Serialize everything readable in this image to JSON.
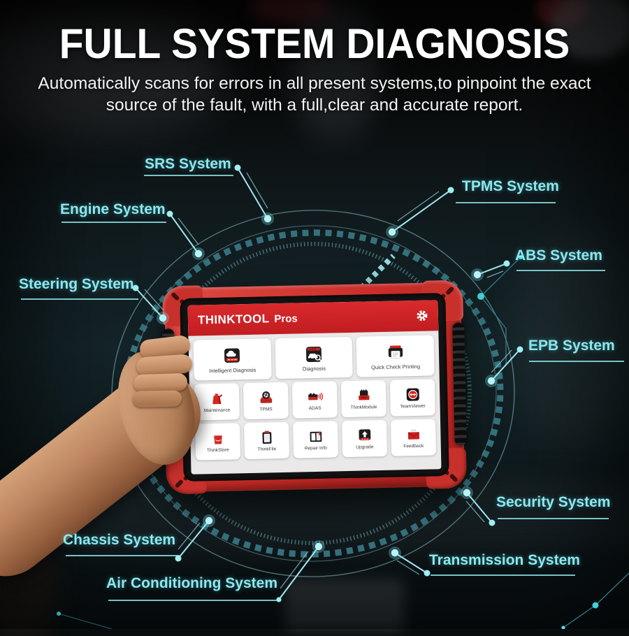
{
  "header": {
    "title": "FULL SYSTEM DIAGNOSIS",
    "subtitle_line1": "Automatically scans for errors in all present systems,to pinpoint the exact",
    "subtitle_line2": "source of the fault, with a full,clear and accurate report."
  },
  "callouts": [
    {
      "id": "srs",
      "label": "SRS System"
    },
    {
      "id": "tpms",
      "label": "TPMS System"
    },
    {
      "id": "engine",
      "label": "Engine System"
    },
    {
      "id": "abs",
      "label": "ABS System"
    },
    {
      "id": "steering",
      "label": "Steering System"
    },
    {
      "id": "epb",
      "label": "EPB System"
    },
    {
      "id": "security",
      "label": "Security System"
    },
    {
      "id": "chassis",
      "label": "Chassis System"
    },
    {
      "id": "transmission",
      "label": "Transmission System"
    },
    {
      "id": "aircond",
      "label": "Air Conditioning System"
    }
  ],
  "tablet": {
    "brand": "THINKTOOL",
    "brand_suffix": "Pros",
    "header_icon": "gear-icon",
    "apps_row1": [
      {
        "label": "Intelligent Diagnosis",
        "icon": "cloud-diagnosis-icon"
      },
      {
        "label": "Diagnosis",
        "icon": "car-search-icon"
      },
      {
        "label": "Quick Check Printing",
        "icon": "printer-icon"
      }
    ],
    "apps_row2": [
      {
        "label": "Maintenance",
        "icon": "oil-can-icon"
      },
      {
        "label": "TPMS",
        "icon": "tire-icon"
      },
      {
        "label": "ADAS",
        "icon": "adas-device-icon"
      },
      {
        "label": "ThinkModule",
        "icon": "module-icon"
      },
      {
        "label": "TeamViewer",
        "icon": "teamviewer-icon"
      }
    ],
    "apps_row3": [
      {
        "label": "ThinkStore",
        "icon": "shopping-bag-icon"
      },
      {
        "label": "ThinkFile",
        "icon": "clipboard-icon"
      },
      {
        "label": "Repair Info",
        "icon": "book-icon"
      },
      {
        "label": "Upgrade",
        "icon": "upload-icon"
      },
      {
        "label": "Feedback",
        "icon": "envelope-icon"
      }
    ]
  },
  "colors": {
    "accent_cyan": "#8ee7ec",
    "tablet_red": "#cb2d28",
    "screen_header_red": "#d02427",
    "icon_red": "#d6251f",
    "icon_black": "#1d1d1d"
  }
}
